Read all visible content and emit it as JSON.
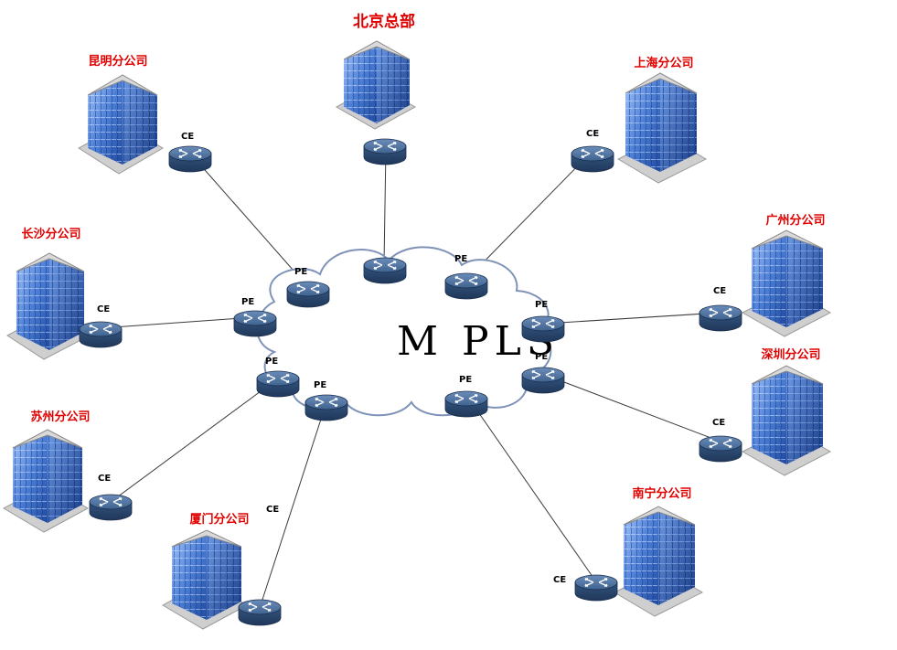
{
  "cloud": {
    "label": "M PLS"
  },
  "hq": {
    "name": "北京总部"
  },
  "branches": [
    {
      "name": "昆明分公司",
      "ce_label": "CE",
      "pe_label": "PE"
    },
    {
      "name": "上海分公司",
      "ce_label": "CE",
      "pe_label": "PE"
    },
    {
      "name": "长沙分公司",
      "ce_label": "CE",
      "pe_label": "PE"
    },
    {
      "name": "广州分公司",
      "ce_label": "CE",
      "pe_label": "PE"
    },
    {
      "name": "深圳分公司",
      "ce_label": "CE",
      "pe_label": "PE"
    },
    {
      "name": "苏州分公司",
      "ce_label": "CE",
      "pe_label": "PE"
    },
    {
      "name": "厦门分公司",
      "ce_label": "CE",
      "pe_label": "PE"
    },
    {
      "name": "南宁分公司",
      "ce_label": "CE",
      "pe_label": "PE"
    }
  ],
  "colors": {
    "label": "#e00000",
    "router_top": "#4d6f9a",
    "router_side": "#2e4a6f",
    "building_glass": "#4a78d0"
  }
}
